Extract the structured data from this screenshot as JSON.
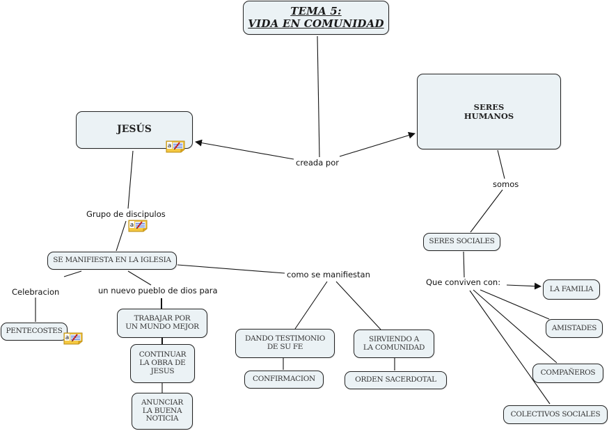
{
  "map": {
    "colors": {
      "node_fill": "#ebf2f5",
      "node_border": "#222222",
      "link": "#111111",
      "note_icon": "#f5c842"
    },
    "nodes": {
      "title": "TEMA 5:\nVIDA EN COMUNIDAD",
      "jesus": "JESÚS",
      "seres_humanos": "SERES\nHUMANOS",
      "iglesia": "SE MANIFIESTA EN LA IGLESIA",
      "pentecostes": "PENTECOSTES",
      "trabajar": "TRABAJAR POR\nUN MUNDO MEJOR",
      "continuar": "CONTINUAR\nLA OBRA DE\nJESUS",
      "anunciar": "ANUNCIAR\nLA BUENA\nNOTICIA",
      "testimonio": "DANDO TESTIMONIO\nDE SU FE",
      "sirviendo": "SIRVIENDO A\nLA COMUNIDAD",
      "confirmacion": "CONFIRMACION",
      "orden": "ORDEN SACERDOTAL",
      "seres_sociales": "SERES SOCIALES",
      "familia": "LA FAMILIA",
      "amistades": "AMISTADES",
      "companeros": "COMPAÑEROS",
      "colectivos": "COLECTIVOS SOCIALES"
    },
    "linking_phrases": {
      "creada_por": "creada por",
      "grupo": "Grupo de discipulos",
      "celebracion": "Celebracion",
      "nuevo_pueblo": "un nuevo pueblo de dios para",
      "como_se": "como se manifiestan",
      "somos": "somos",
      "conviven": "Que conviven con:"
    },
    "note_icon": "note-annotation-icon"
  }
}
